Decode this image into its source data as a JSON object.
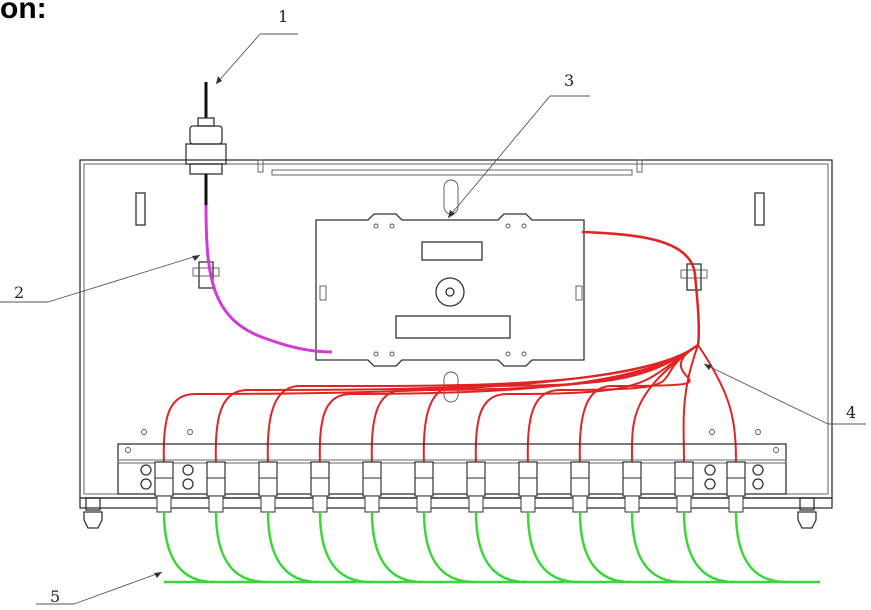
{
  "heading": "on:",
  "callouts": [
    {
      "id": "1",
      "label": "1"
    },
    {
      "id": "2",
      "label": "2"
    },
    {
      "id": "3",
      "label": "3"
    },
    {
      "id": "4",
      "label": "4"
    },
    {
      "id": "5",
      "label": "5"
    }
  ],
  "colors": {
    "feeder_cable": "#d03ad6",
    "red_pigtails": "#e02424",
    "green_output": "#3ad63a",
    "outline": "#333333"
  },
  "ports": 12
}
